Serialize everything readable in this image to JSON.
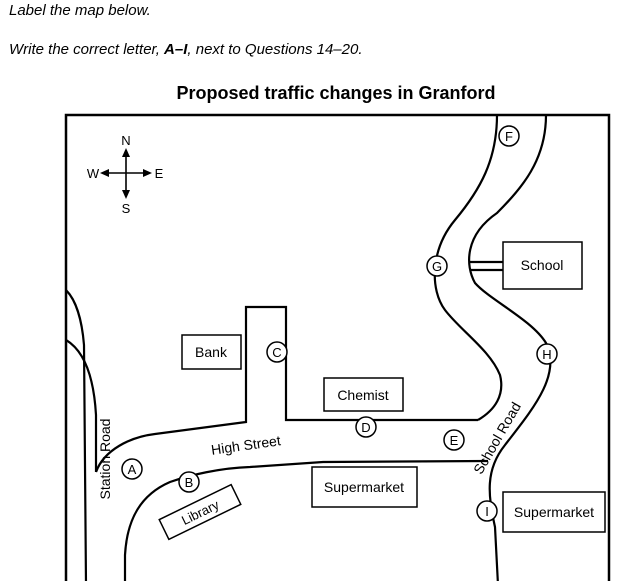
{
  "instructions": {
    "line1": "Label the map below.",
    "line2_prefix": "Write the correct letter, ",
    "line2_bold": "A–I",
    "line2_suffix": ", next to Questions 14–20."
  },
  "map": {
    "title": "Proposed traffic changes in Granford",
    "compass": {
      "n": "N",
      "s": "S",
      "e": "E",
      "w": "W"
    },
    "roads": {
      "station": "Station Road",
      "high": "High Street",
      "school": "School Road"
    },
    "buildings": {
      "bank": "Bank",
      "chemist": "Chemist",
      "school": "School",
      "supermarket_centre": "Supermarket",
      "supermarket_right": "Supermarket",
      "library": "Library"
    },
    "markers": {
      "a": "A",
      "b": "B",
      "c": "C",
      "d": "D",
      "e": "E",
      "f": "F",
      "g": "G",
      "h": "H",
      "i": "I"
    }
  }
}
